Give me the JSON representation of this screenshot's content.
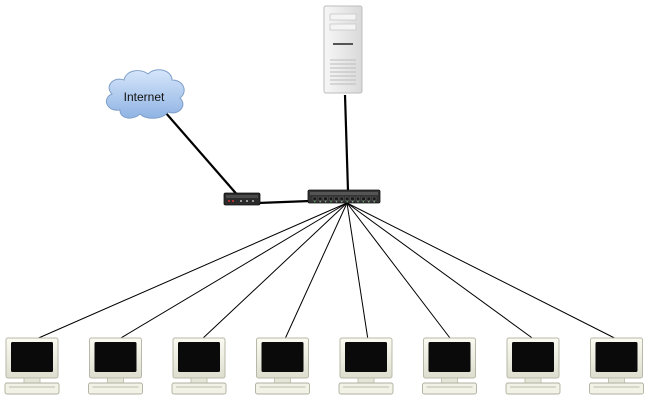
{
  "diagram": {
    "nodes": {
      "internet": {
        "label": "Internet",
        "icon": "cloud-icon",
        "color": "#a9c7ee"
      },
      "server": {
        "icon": "server-tower-icon",
        "color": "#e9e9e9"
      },
      "router": {
        "icon": "router-icon",
        "color": "#2a2a2a"
      },
      "switch": {
        "icon": "network-switch-icon",
        "color": "#333333"
      },
      "workstations": {
        "count": 8,
        "icon": "computer-monitor-icon",
        "screen_color": "#0a0a0a",
        "body_color": "#f2f2e6"
      }
    },
    "connections": [
      [
        "internet",
        "router"
      ],
      [
        "router",
        "switch"
      ],
      [
        "server",
        "switch"
      ],
      [
        "switch",
        "workstation-1"
      ],
      [
        "switch",
        "workstation-2"
      ],
      [
        "switch",
        "workstation-3"
      ],
      [
        "switch",
        "workstation-4"
      ],
      [
        "switch",
        "workstation-5"
      ],
      [
        "switch",
        "workstation-6"
      ],
      [
        "switch",
        "workstation-7"
      ],
      [
        "switch",
        "workstation-8"
      ]
    ]
  }
}
